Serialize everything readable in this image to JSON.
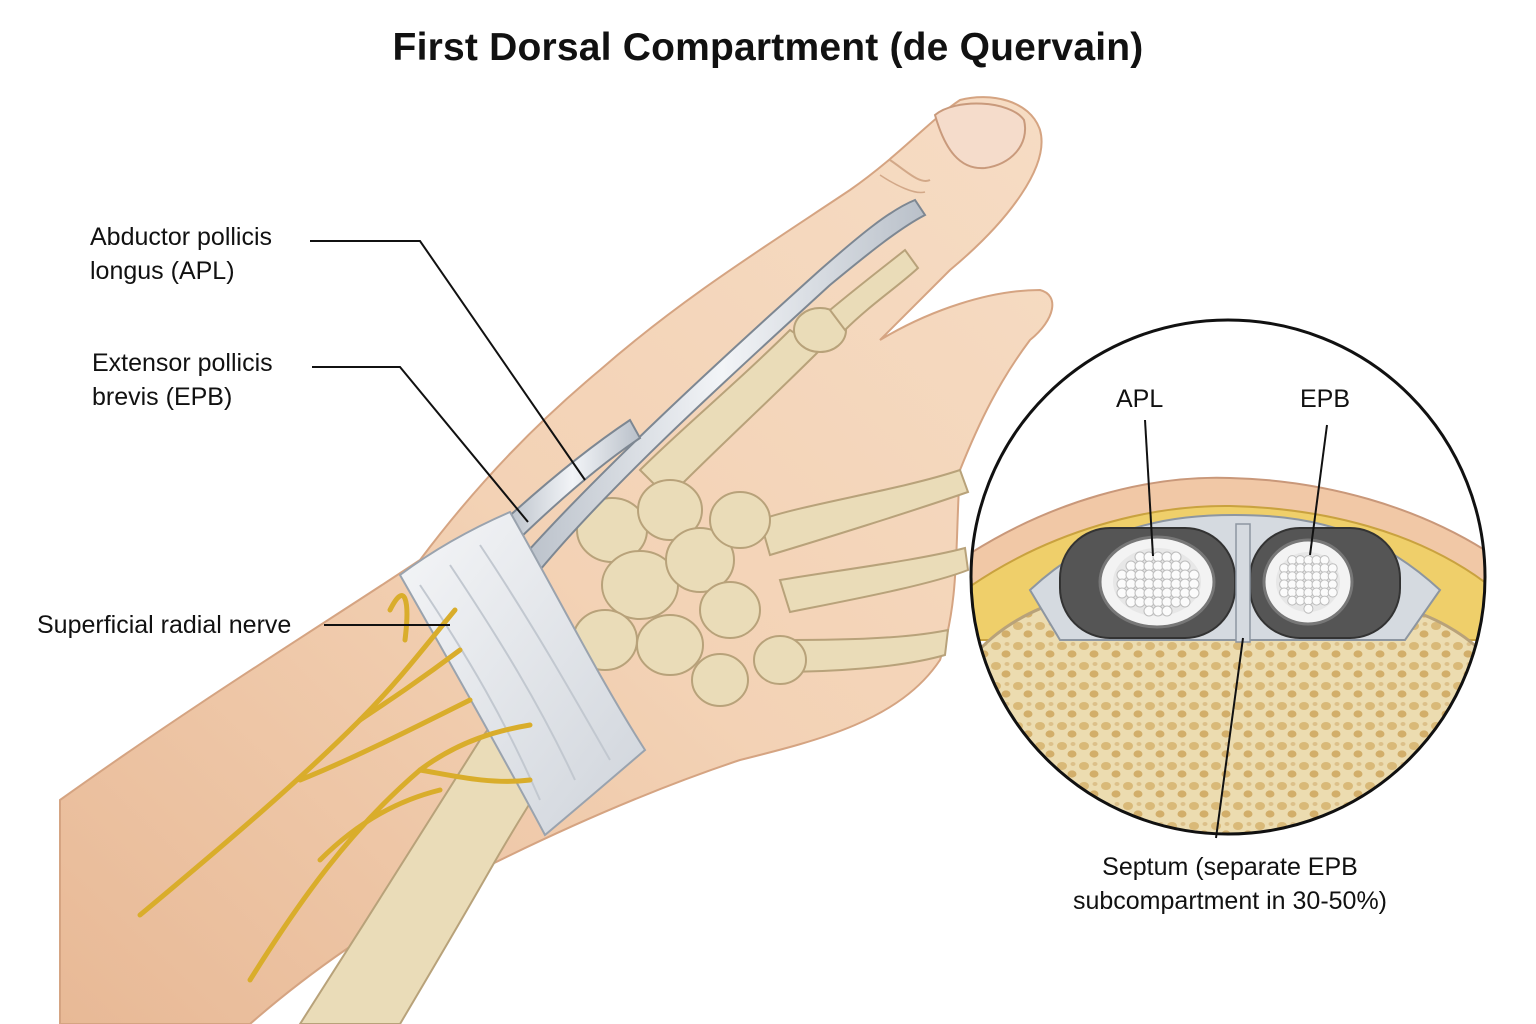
{
  "title": "First Dorsal Compartment (de Quervain)",
  "labels": {
    "apl_main": [
      "Abductor pollicis",
      "longus (APL)"
    ],
    "epb_main": [
      "Extensor pollicis",
      "brevis (EPB)"
    ],
    "nerve": "Superficial radial nerve",
    "inset_apl": "APL",
    "inset_epb": "EPB",
    "septum": [
      "Septum (separate EPB",
      "subcompartment in 30-50%)"
    ]
  },
  "colors": {
    "skin": "#f2cfb0",
    "skin_shadow": "#d9a886",
    "bone": "#eadcb8",
    "bone_outline": "#b8a27a",
    "tendon": "#dfe3e8",
    "retinaculum": "#e9ecf0",
    "nerve": "#e2b83a",
    "fat": "#efcf6a",
    "compartment_dark": "#555555"
  }
}
